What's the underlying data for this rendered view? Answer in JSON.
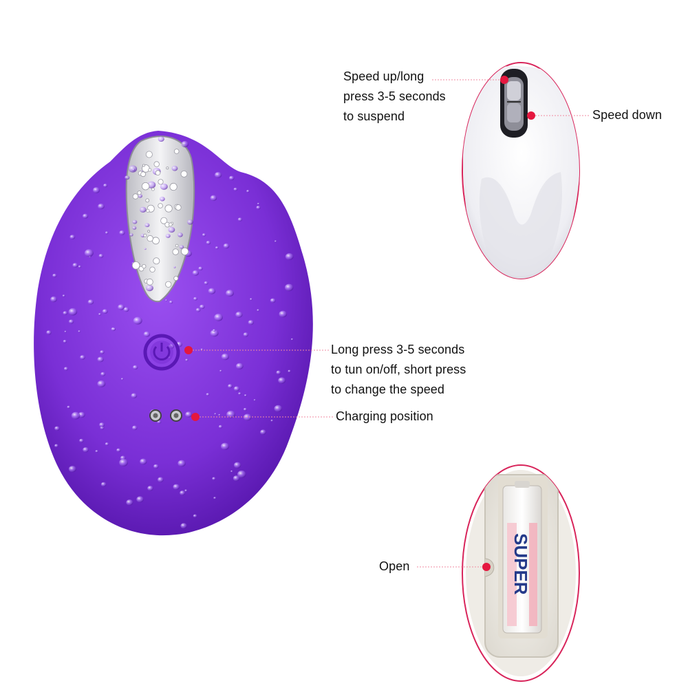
{
  "colors": {
    "device_purple": "#7a2fd6",
    "device_purple_dark": "#4c0fa0",
    "callout_red": "#e5173f",
    "leader_line": "#f08aa0",
    "oval_border": "#d8245a"
  },
  "callouts": {
    "speed_up": {
      "lines": [
        "Speed up/long",
        "press 3-5 seconds",
        "to suspend"
      ]
    },
    "speed_down": {
      "lines": [
        "Speed down"
      ]
    },
    "power": {
      "lines": [
        "Long press 3-5 seconds",
        "to tun on/off, short press",
        "to change the speed"
      ]
    },
    "charging": {
      "lines": [
        "Charging position"
      ]
    },
    "open": {
      "lines": [
        "Open"
      ]
    }
  },
  "battery": {
    "brand_text": "SUPER"
  }
}
